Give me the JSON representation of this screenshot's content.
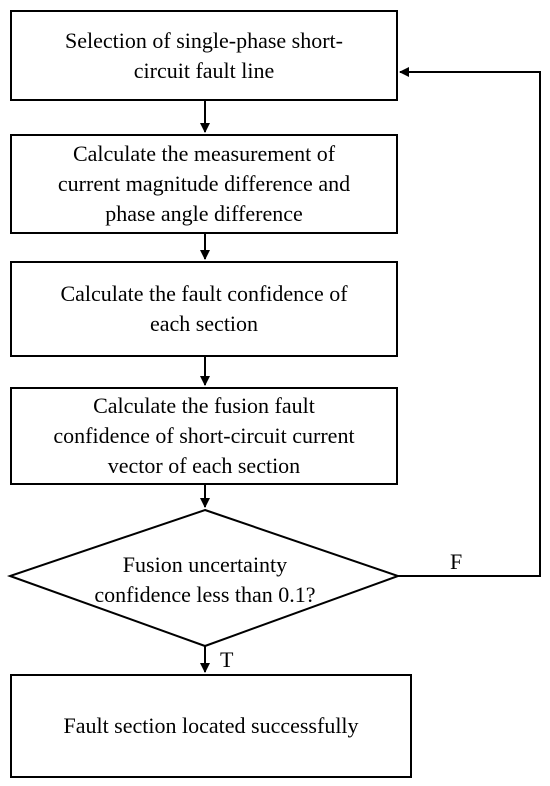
{
  "flowchart": {
    "steps": [
      {
        "text": "Selection of single-phase short-\ncircuit fault line"
      },
      {
        "text": "Calculate the measurement of\ncurrent magnitude difference and\nphase angle difference"
      },
      {
        "text": "Calculate the fault confidence of\neach section"
      },
      {
        "text": "Calculate the fusion fault\nconfidence of short-circuit current\nvector of each section"
      }
    ],
    "decision": {
      "text": "Fusion uncertainty\nconfidence less than 0.1?"
    },
    "true_label": "T",
    "false_label": "F",
    "end": {
      "text": "Fault section located successfully"
    }
  }
}
